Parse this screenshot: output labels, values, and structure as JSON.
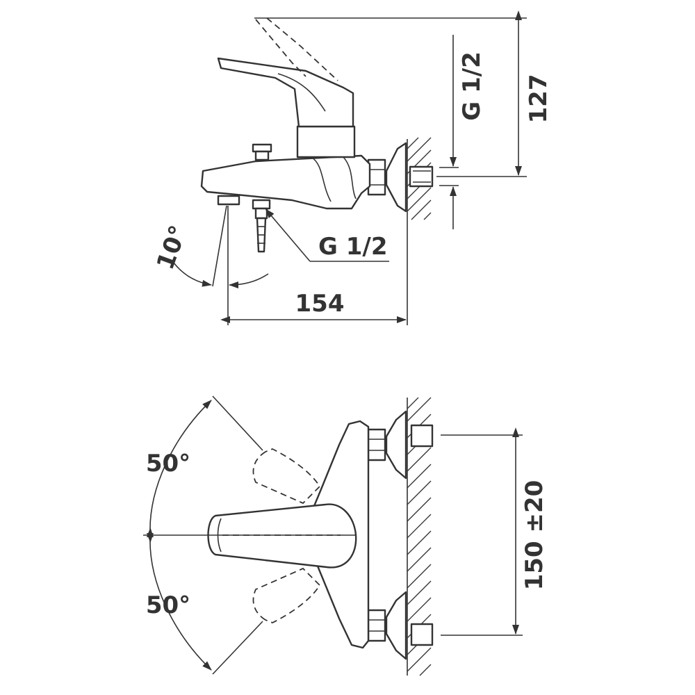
{
  "side_view": {
    "height_label": "127",
    "inlet_thread_label": "G 1/2",
    "outlet_thread_label": "G 1/2",
    "angle_label": "10°",
    "depth_label": "154"
  },
  "top_view": {
    "angle_upper_label": "50°",
    "angle_lower_label": "50°",
    "spacing_label": "150 ±20"
  },
  "colors": {
    "ink": "#333333",
    "background": "#ffffff"
  }
}
